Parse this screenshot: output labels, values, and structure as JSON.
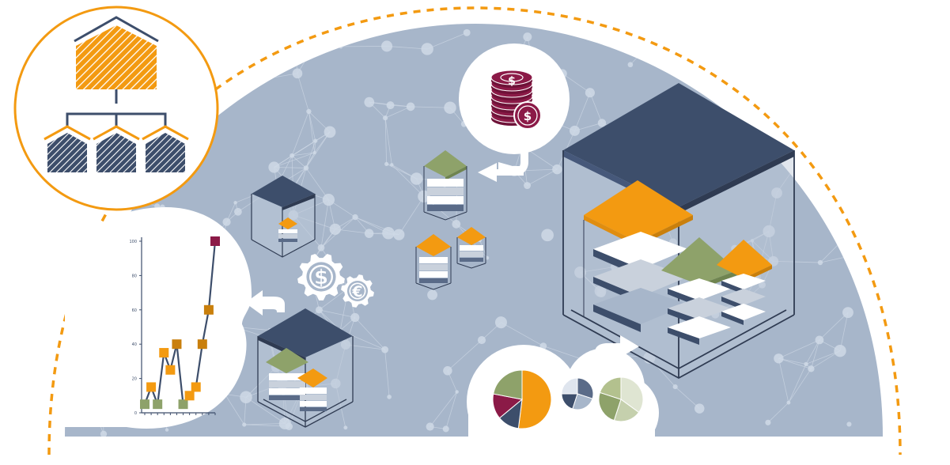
{
  "colors": {
    "background": "#ffffff",
    "dome": "#a7b6ca",
    "dome_dark": "#8a9cb6",
    "network": "#cfd9e6",
    "navy": "#3d4e6b",
    "navy_light": "#5a6b88",
    "orange": "#f39a11",
    "orange_dark": "#c97f0c",
    "green": "#8ea26a",
    "green_dark": "#6f8450",
    "maroon": "#8b1a47",
    "frame": "#2f3b52",
    "slab_white": "#ffffff",
    "slab_gray": "#c9d1dc",
    "dashed_border": "#f39a11"
  },
  "icons": {
    "org_chart": "org-chart-houses-icon",
    "coins": "coin-stack-icon",
    "gears": "currency-gears-icon",
    "arrows": "exchange-arrow-icon",
    "pies": "pie-chart-icon"
  },
  "gear_symbols": {
    "dollar": "$",
    "euro": "€"
  },
  "coin_symbol": "$",
  "chart_data": {
    "type": "line",
    "y_ticks": [
      "0",
      "20",
      "40",
      "60",
      "80",
      "100"
    ],
    "ylim": [
      0,
      100
    ],
    "x": [
      1,
      2,
      3,
      4,
      5,
      6,
      7,
      8,
      9,
      10,
      11,
      12
    ],
    "series": [
      {
        "color": "#3d4e6b",
        "values": [
          5,
          15,
          5,
          35,
          25,
          40,
          5,
          10,
          15,
          40,
          60,
          100
        ],
        "marker_colors": [
          "#8ea26a",
          "#f39a11",
          "#8ea26a",
          "#f39a11",
          "#f39a11",
          "#c97f0c",
          "#8ea26a",
          "#f39a11",
          "#f39a11",
          "#c97f0c",
          "#c97f0c",
          "#8b1a47"
        ]
      }
    ]
  },
  "pies": [
    {
      "values": [
        52,
        12,
        14,
        22
      ],
      "colors": [
        "#f39a11",
        "#3d4e6b",
        "#8b1a47",
        "#8ea26a"
      ]
    },
    {
      "values": [
        30,
        25,
        20,
        25
      ],
      "colors": [
        "#5a6b88",
        "#a7b6ca",
        "#3d4e6b",
        "#dfe5ee"
      ]
    },
    {
      "values": [
        35,
        20,
        25,
        20
      ],
      "colors": [
        "#dfe5d2",
        "#c5d0ad",
        "#8ea26a",
        "#b3c18e"
      ]
    }
  ]
}
